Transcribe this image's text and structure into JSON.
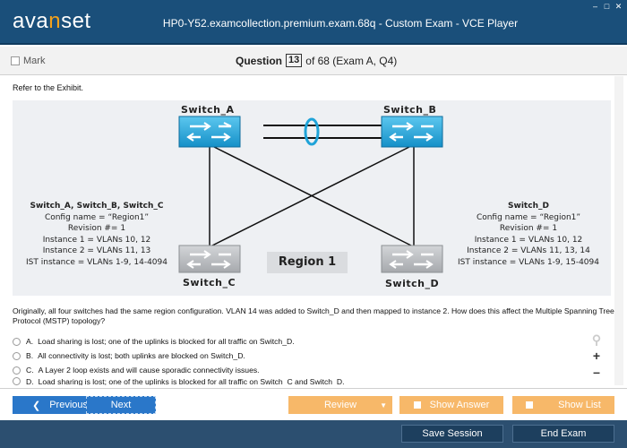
{
  "app": {
    "logo_pre": "ava",
    "logo_accent": "n",
    "logo_post": "set",
    "window_title": "HP0-Y52.examcollection.premium.exam.68q - Custom Exam - VCE Player"
  },
  "header": {
    "mark_label": "Mark",
    "question_label": "Question",
    "question_number": "13",
    "question_suffix": "of 68 (Exam A, Q4)"
  },
  "content": {
    "refer_text": "Refer to the Exhibit.",
    "exhibit": {
      "switch_a": "Switch_A",
      "switch_b": "Switch_B",
      "switch_c": "Switch_C",
      "switch_d": "Switch_D",
      "region": "Region 1",
      "left_config": {
        "head": "Switch_A, Switch_B, Switch_C",
        "lines": [
          "Config name = “Region1”",
          "Revision #= 1",
          "Instance 1 = VLANs 10, 12",
          "Instance 2 = VLANs 11, 13",
          "IST instance = VLANs 1-9, 14-4094"
        ]
      },
      "right_config": {
        "head": "Switch_D",
        "lines": [
          "Config name = “Region1”",
          "Revision #= 1",
          "Instance 1 = VLANs 10, 12",
          "Instance 2 = VLANs 11, 13, 14",
          "IST instance = VLANs 1-9, 15-4094"
        ]
      }
    },
    "question_text": "Originally, all four switches had the same region configuration. VLAN 14 was added to Switch_D and then mapped to instance 2. How does this affect the Multiple Spanning Tree Protocol (MSTP) topology?",
    "answers": [
      {
        "letter": "A.",
        "text": "Load sharing is lost; one of the uplinks is blocked for all traffic on Switch_D."
      },
      {
        "letter": "B.",
        "text": "All connectivity is lost; both uplinks are blocked on Switch_D."
      },
      {
        "letter": "C.",
        "text": "A Layer 2 loop exists and will cause sporadic connectivity issues."
      },
      {
        "letter": "D.",
        "text": "Load sharing is lost; one of the uplinks is blocked for all traffic on Switch_C and Switch_D."
      }
    ]
  },
  "nav": {
    "previous_label": "Previous",
    "next_label": "Next",
    "review_label": "Review",
    "show_answer_label": "Show Answer",
    "show_list_label": "Show List",
    "save_session_label": "Save Session",
    "end_exam_label": "End Exam"
  },
  "colors": {
    "titlebar": "#1a4f7a",
    "accent_blue": "#2a77c9",
    "accent_orange": "#f7b869",
    "active_switch": "#1fa3d8",
    "inactive_switch": "#b9bcc0"
  }
}
